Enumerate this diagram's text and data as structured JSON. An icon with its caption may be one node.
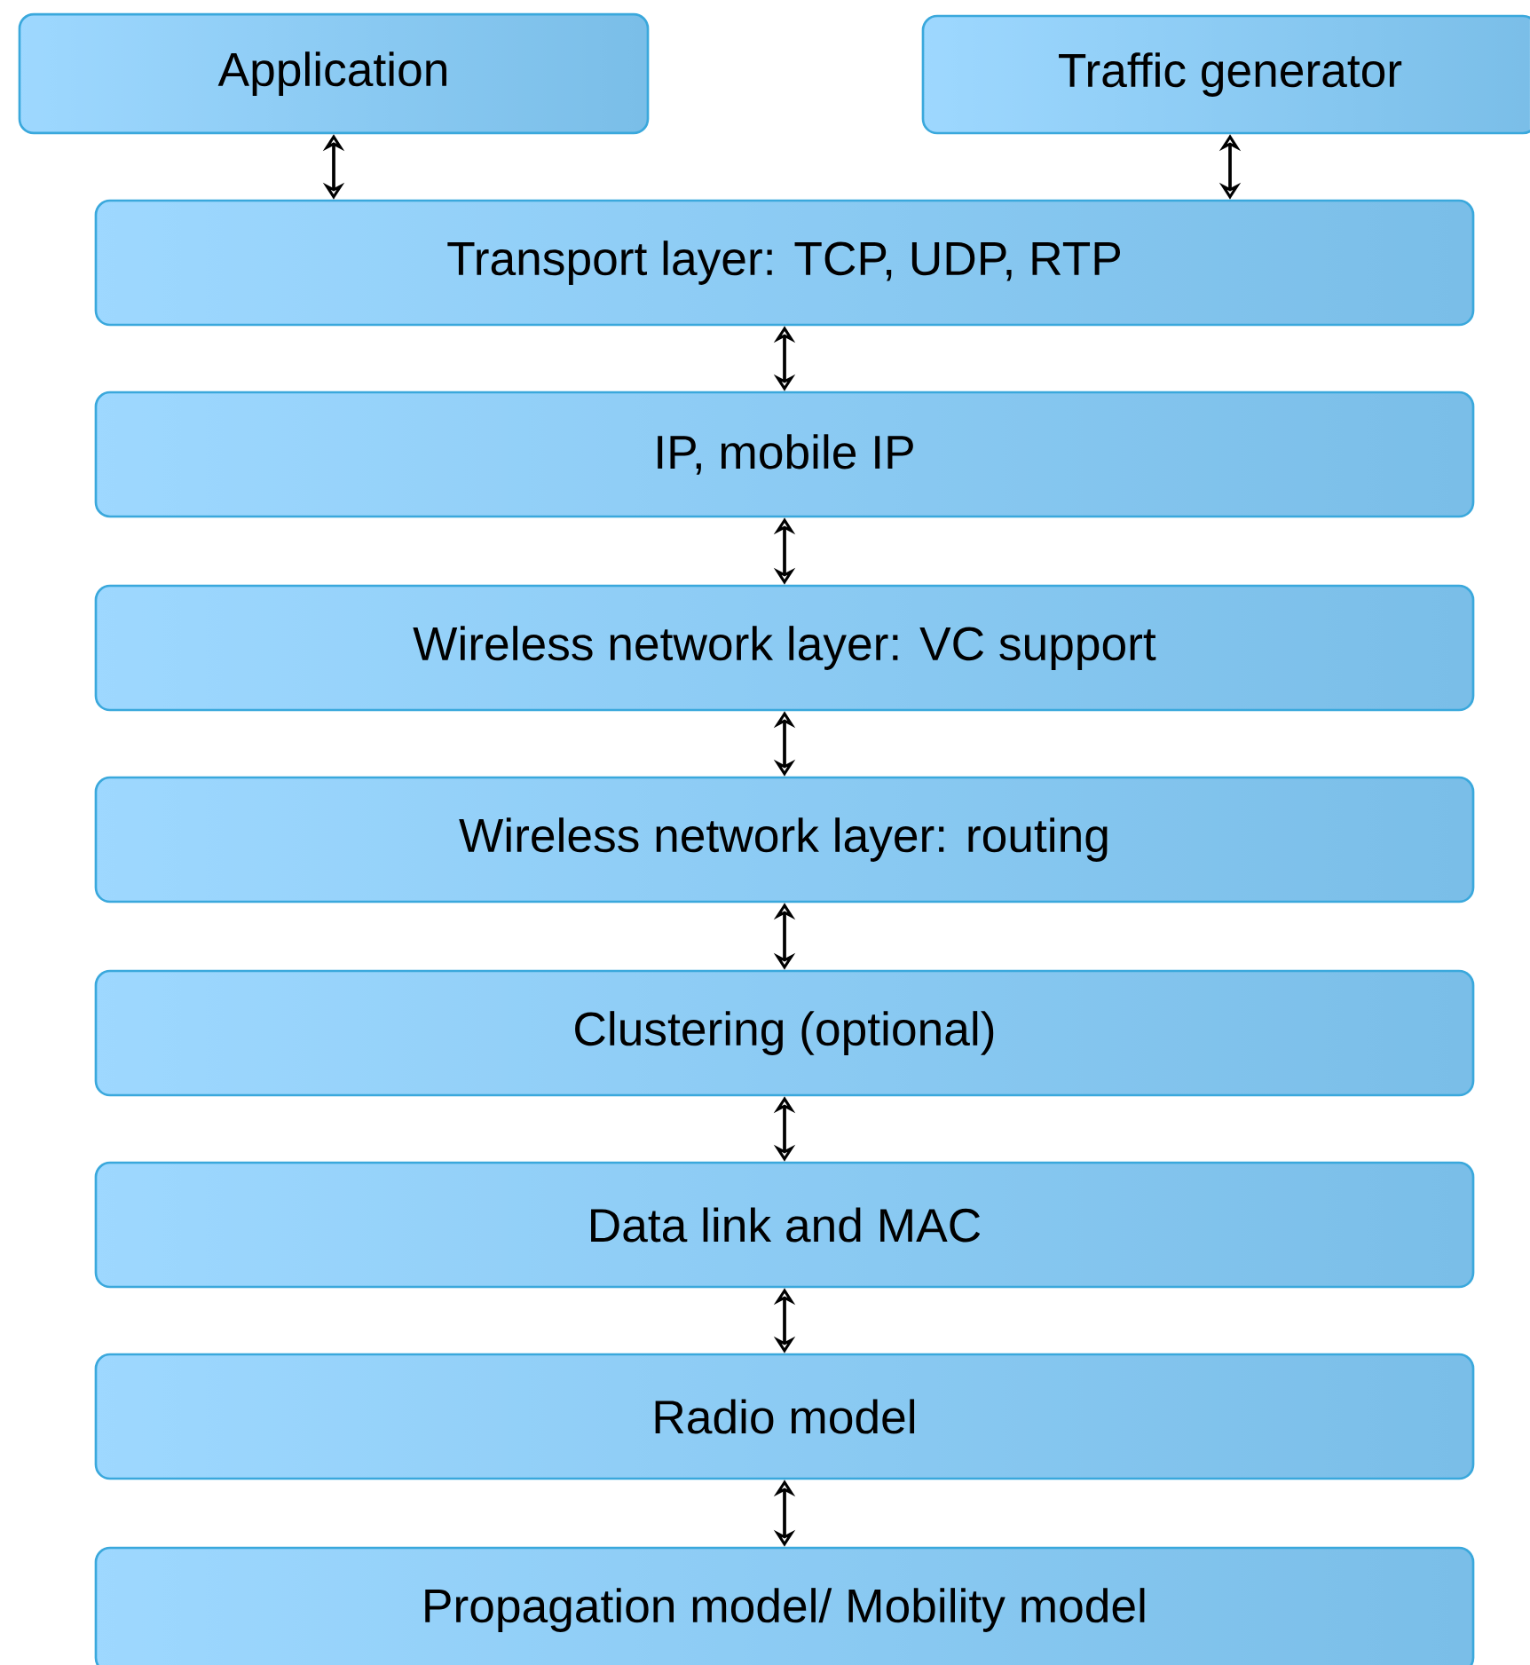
{
  "diagram": {
    "nodes": [
      {
        "text": [
          "Application"
        ]
      },
      {
        "text": [
          "Traffic generator"
        ]
      },
      {
        "text": [
          "Transport layer: TCP, UDP, RTP"
        ]
      },
      {
        "text": [
          "IP, mobile IP"
        ]
      },
      {
        "text": [
          "Wireless network layer: VC support"
        ]
      },
      {
        "text": [
          "Wireless network layer: routing"
        ]
      },
      {
        "text": [
          "Clustering (optional)"
        ]
      },
      {
        "text": [
          "Data link and MAC"
        ]
      },
      {
        "text": [
          "Radio model"
        ]
      },
      {
        "text": [
          "Propagation model/ Mobility model"
        ]
      }
    ],
    "edges": [
      {
        "from": 0,
        "to": 2,
        "arrow": "both"
      },
      {
        "from": 1,
        "to": 2,
        "arrow": "both"
      },
      {
        "from": 2,
        "to": 3,
        "arrow": "both"
      },
      {
        "from": 3,
        "to": 4,
        "arrow": "both"
      },
      {
        "from": 4,
        "to": 5,
        "arrow": "both"
      },
      {
        "from": 5,
        "to": 6,
        "arrow": "both"
      },
      {
        "from": 6,
        "to": 7,
        "arrow": "both"
      },
      {
        "from": 7,
        "to": 8,
        "arrow": "both"
      },
      {
        "from": 8,
        "to": 9,
        "arrow": "both"
      }
    ]
  }
}
